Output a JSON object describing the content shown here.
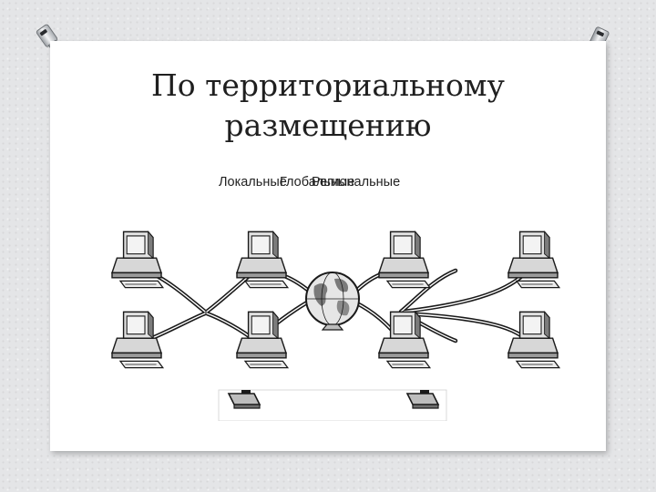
{
  "slide": {
    "title_line1": "По территориальному",
    "title_line2": "размещению",
    "overlapping_labels": [
      "Локальные",
      "Глобальные",
      "Региональные"
    ]
  },
  "diagram": {
    "type": "network-illustration",
    "left_cluster": [
      "computer",
      "computer",
      "computer",
      "computer"
    ],
    "center": "globe",
    "right_cluster": [
      "computer",
      "computer",
      "computer",
      "computer"
    ],
    "lower_partial": [
      "computer",
      "computer"
    ]
  },
  "colors": {
    "background": "#e4e5e7",
    "card": "#ffffff",
    "text": "#1f1f1f",
    "ink": "#1a1a1a"
  }
}
